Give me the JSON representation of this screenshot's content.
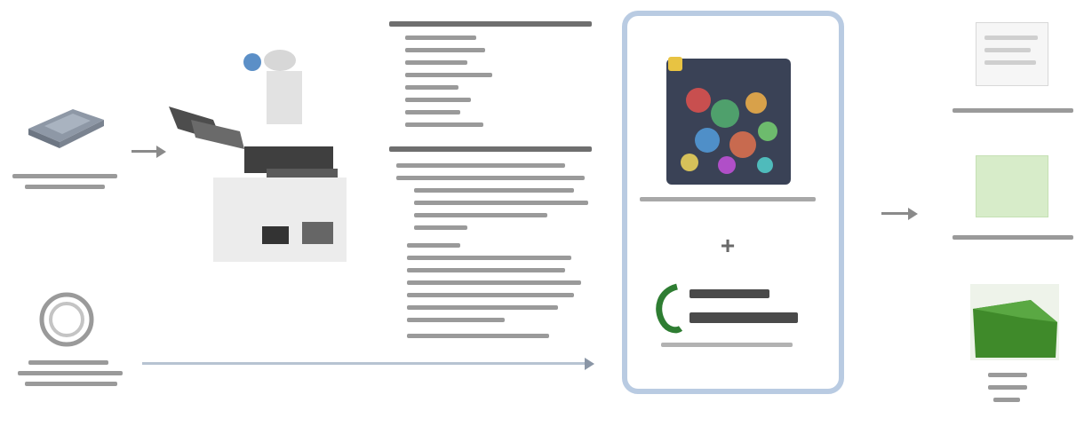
{
  "diagram": {
    "inputs": [
      {
        "id": "slide",
        "caption_lines": [
          "",
          ""
        ]
      },
      {
        "id": "dish",
        "caption_lines": [
          "",
          ""
        ]
      }
    ],
    "settings_block": {
      "heading_1": "",
      "heading_2": ""
    },
    "software": {
      "logo_line_1": "",
      "logo_line_2": "",
      "plus_sign": "+"
    },
    "outputs": [
      {
        "id": "output-1",
        "caption": ""
      },
      {
        "id": "output-2",
        "caption": ""
      },
      {
        "id": "output-3",
        "caption": ""
      }
    ],
    "colors": {
      "frame": "#b9cbe2",
      "arrow": "#8a8a8a",
      "software_logo": "#2e7d32",
      "output_green": "#3f8a2a"
    }
  }
}
